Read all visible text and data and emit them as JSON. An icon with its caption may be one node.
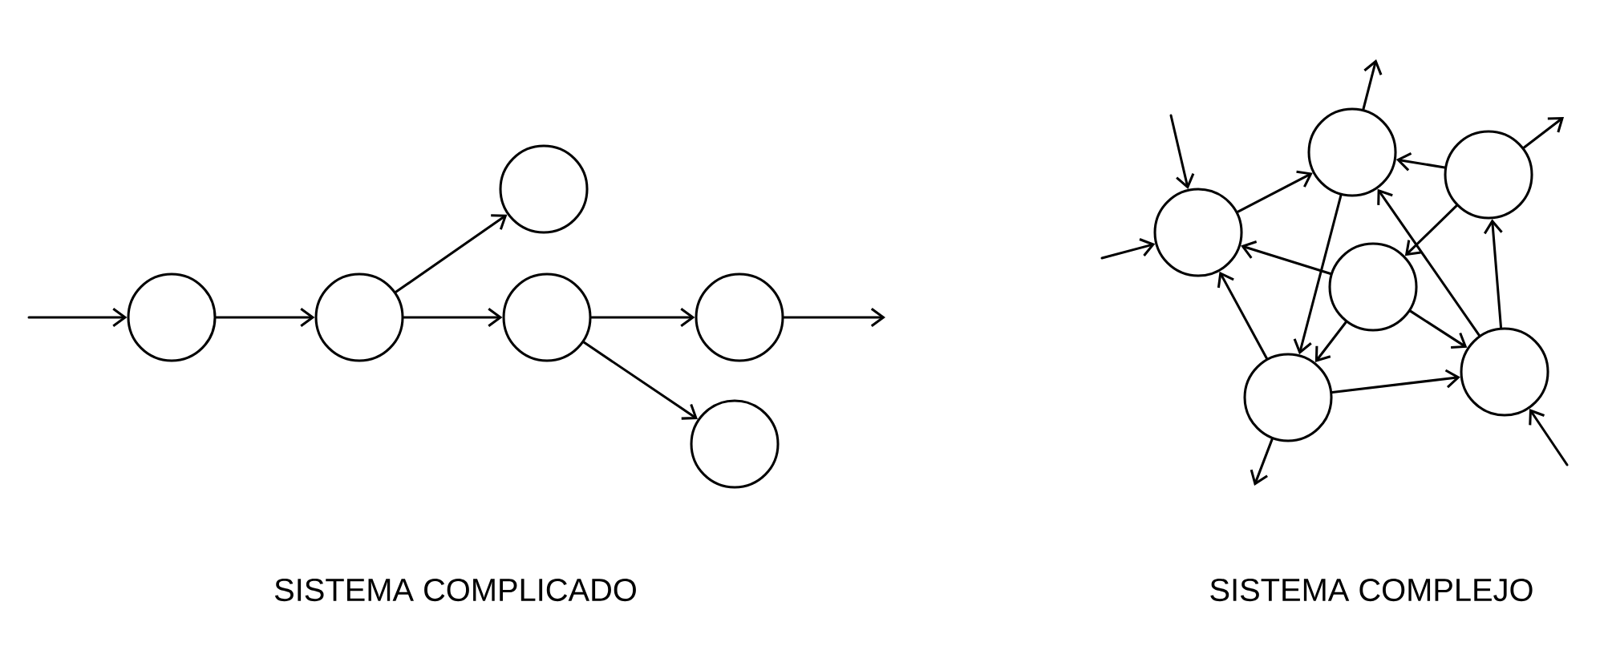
{
  "diagram": {
    "nodes": [
      {
        "text": [],
        "shape": "circle"
      },
      {
        "text": [],
        "shape": "circle"
      },
      {
        "text": [],
        "shape": "circle"
      },
      {
        "text": [],
        "shape": "circle"
      },
      {
        "text": [],
        "shape": "circle"
      },
      {
        "text": [],
        "shape": "circle"
      },
      {
        "text": [],
        "shape": "circle"
      },
      {
        "text": [],
        "shape": "circle"
      },
      {
        "text": [],
        "shape": "circle"
      },
      {
        "text": [],
        "shape": "circle"
      },
      {
        "text": [],
        "shape": "circle"
      },
      {
        "text": [],
        "shape": "circle"
      }
    ],
    "edges": [
      {
        "from": null,
        "to": 0,
        "arrow": "to"
      },
      {
        "from": 0,
        "to": 1,
        "arrow": "to"
      },
      {
        "from": 1,
        "to": 2,
        "arrow": "to"
      },
      {
        "from": 1,
        "to": 3,
        "arrow": "to"
      },
      {
        "from": 3,
        "to": 4,
        "arrow": "to"
      },
      {
        "from": 3,
        "to": 5,
        "arrow": "to"
      },
      {
        "from": 4,
        "to": null,
        "arrow": "to"
      },
      {
        "from": null,
        "to": 6,
        "arrow": "to"
      },
      {
        "from": null,
        "to": 6,
        "arrow": "to"
      },
      {
        "from": 6,
        "to": 7,
        "arrow": "to"
      },
      {
        "from": 7,
        "to": null,
        "arrow": "to"
      },
      {
        "from": 8,
        "to": 7,
        "arrow": "to"
      },
      {
        "from": 8,
        "to": null,
        "arrow": "to"
      },
      {
        "from": 7,
        "to": 10,
        "arrow": "to"
      },
      {
        "from": 11,
        "to": 7,
        "arrow": "to"
      },
      {
        "from": 8,
        "to": 9,
        "arrow": "to"
      },
      {
        "from": 9,
        "to": 6,
        "arrow": "to"
      },
      {
        "from": 10,
        "to": 6,
        "arrow": "to"
      },
      {
        "from": 9,
        "to": 10,
        "arrow": "to"
      },
      {
        "from": 9,
        "to": 11,
        "arrow": "to"
      },
      {
        "from": 10,
        "to": 11,
        "arrow": "to"
      },
      {
        "from": 11,
        "to": 8,
        "arrow": "to"
      },
      {
        "from": null,
        "to": 11,
        "arrow": "to"
      },
      {
        "from": 10,
        "to": null,
        "arrow": "to"
      }
    ],
    "labels": [
      "SISTEMA COMPLICADO",
      "SISTEMA COMPLEJO"
    ]
  }
}
